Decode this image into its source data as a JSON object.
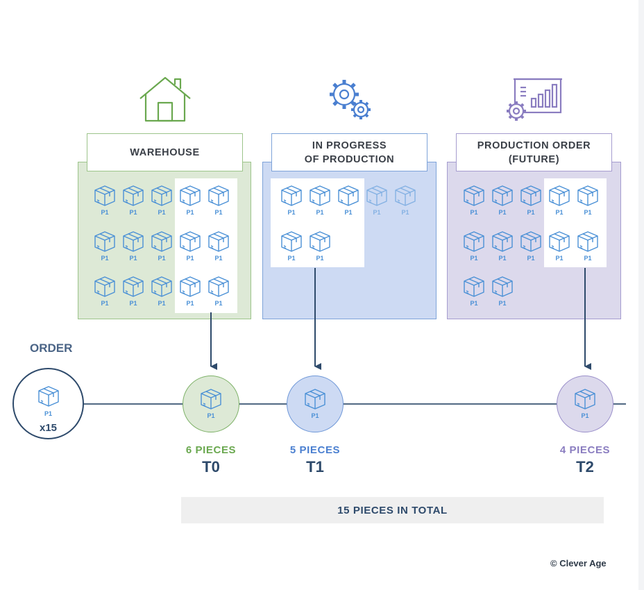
{
  "colors": {
    "green": "#6aa84f",
    "blue": "#4a7fd0",
    "purple": "#8a7dc0",
    "navy": "#2e4a6b",
    "box_icon": "#4a90d6"
  },
  "icons": {
    "warehouse": "house-icon",
    "in_progress": "gears-icon",
    "production_order": "presentation-chart-gear-icon",
    "piece": "package-box-icon"
  },
  "sections": {
    "warehouse": {
      "title": "WAREHOUSE"
    },
    "in_progress": {
      "title_line1": "IN PROGRESS",
      "title_line2": "OF PRODUCTION"
    },
    "production_order": {
      "title_line1": "PRODUCTION ORDER",
      "title_line2": "(FUTURE)"
    }
  },
  "piece_label": "P1",
  "order": {
    "title": "ORDER",
    "piece_label": "P1",
    "quantity": "x15"
  },
  "milestones": {
    "t0": {
      "pieces": "6 PIECES",
      "time": "T0"
    },
    "t1": {
      "pieces": "5 PIECES",
      "time": "T1"
    },
    "t2": {
      "pieces": "4 PIECES",
      "time": "T2"
    }
  },
  "total": "15 PIECES IN TOTAL",
  "credit": "© Clever Age"
}
